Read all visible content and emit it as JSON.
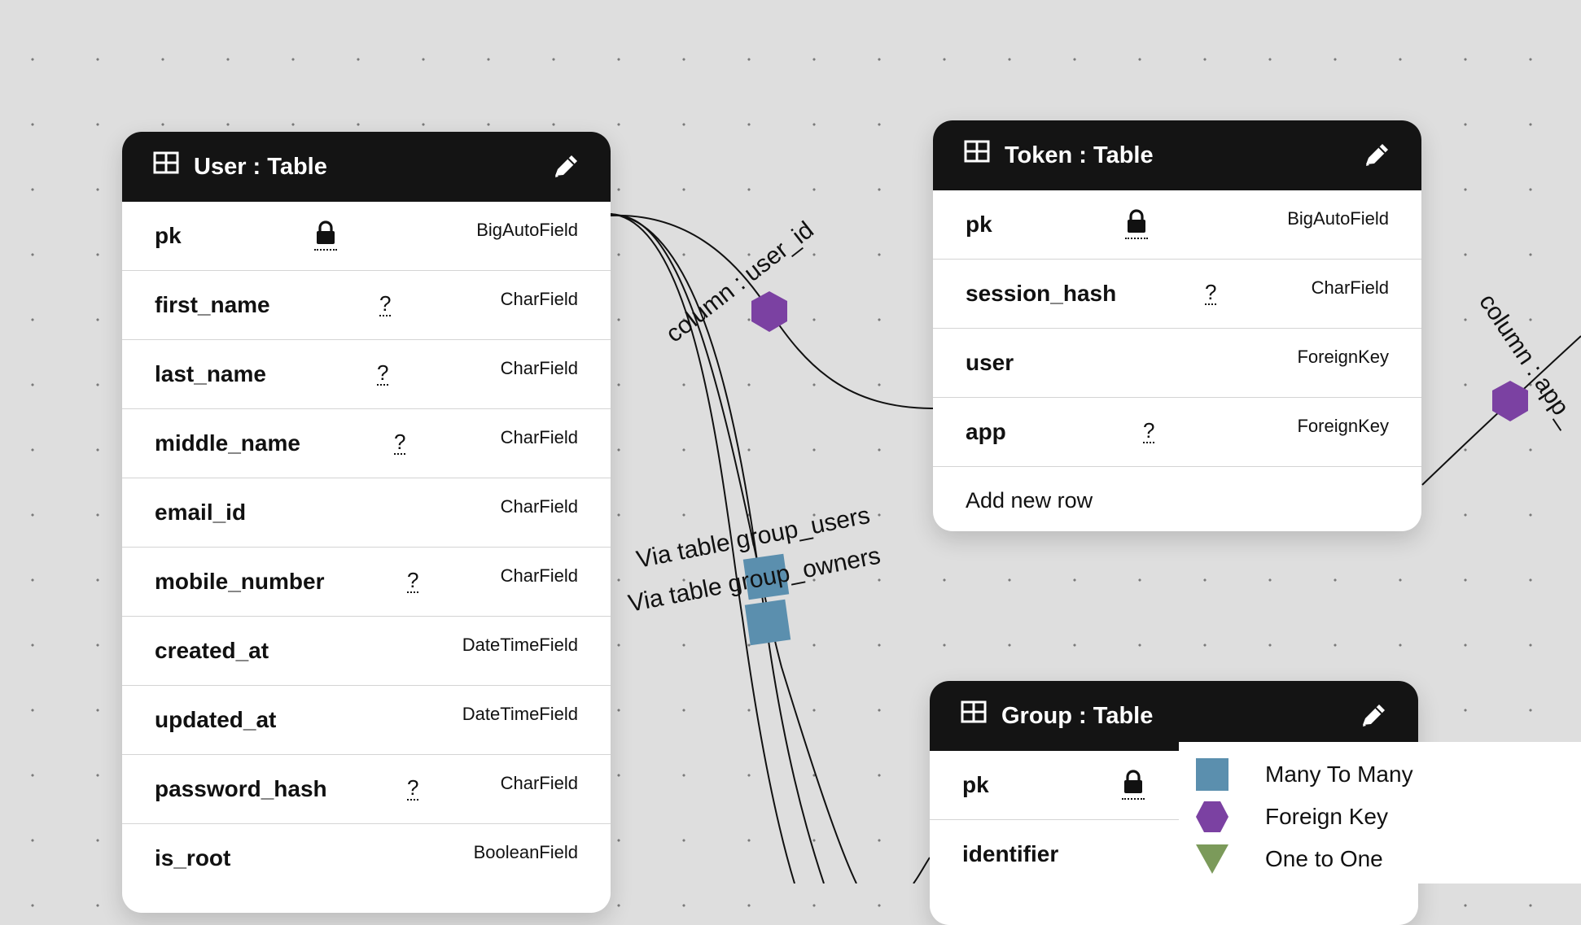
{
  "tables": {
    "user": {
      "title": "User : Table",
      "fields": [
        {
          "name": "pk",
          "type": "BigAutoField",
          "primary": true
        },
        {
          "name": "first_name",
          "type": "CharField",
          "nullable_label": "?"
        },
        {
          "name": "last_name",
          "type": "CharField",
          "nullable_label": "?"
        },
        {
          "name": "middle_name",
          "type": "CharField",
          "nullable_label": "?"
        },
        {
          "name": "email_id",
          "type": "CharField"
        },
        {
          "name": "mobile_number",
          "type": "CharField",
          "nullable_label": "?"
        },
        {
          "name": "created_at",
          "type": "DateTimeField"
        },
        {
          "name": "updated_at",
          "type": "DateTimeField"
        },
        {
          "name": "password_hash",
          "type": "CharField",
          "nullable_label": "?"
        },
        {
          "name": "is_root",
          "type": "BooleanField"
        }
      ]
    },
    "token": {
      "title": "Token : Table",
      "fields": [
        {
          "name": "pk",
          "type": "BigAutoField",
          "primary": true
        },
        {
          "name": "session_hash",
          "type": "CharField",
          "nullable_label": "?"
        },
        {
          "name": "user",
          "type": "ForeignKey"
        },
        {
          "name": "app",
          "type": "ForeignKey",
          "nullable_label": "?"
        }
      ],
      "add_row_label": "Add new row"
    },
    "group": {
      "title": "Group : Table",
      "fields": [
        {
          "name": "pk",
          "primary": true
        },
        {
          "name": "identifier"
        }
      ]
    }
  },
  "edge_labels": {
    "user_id": "column : user_id",
    "app": "column : app_",
    "group_users": "Via table group_users",
    "group_owners": "Via table group_owners"
  },
  "legend": {
    "many_to_many": "Many To Many",
    "foreign_key": "Foreign Key",
    "one_to_one": "One to One"
  },
  "colors": {
    "foreign_key": "#7b41a2",
    "many_to_many": "#5b8fae",
    "one_to_one": "#7b9a5a",
    "header": "#141414"
  }
}
